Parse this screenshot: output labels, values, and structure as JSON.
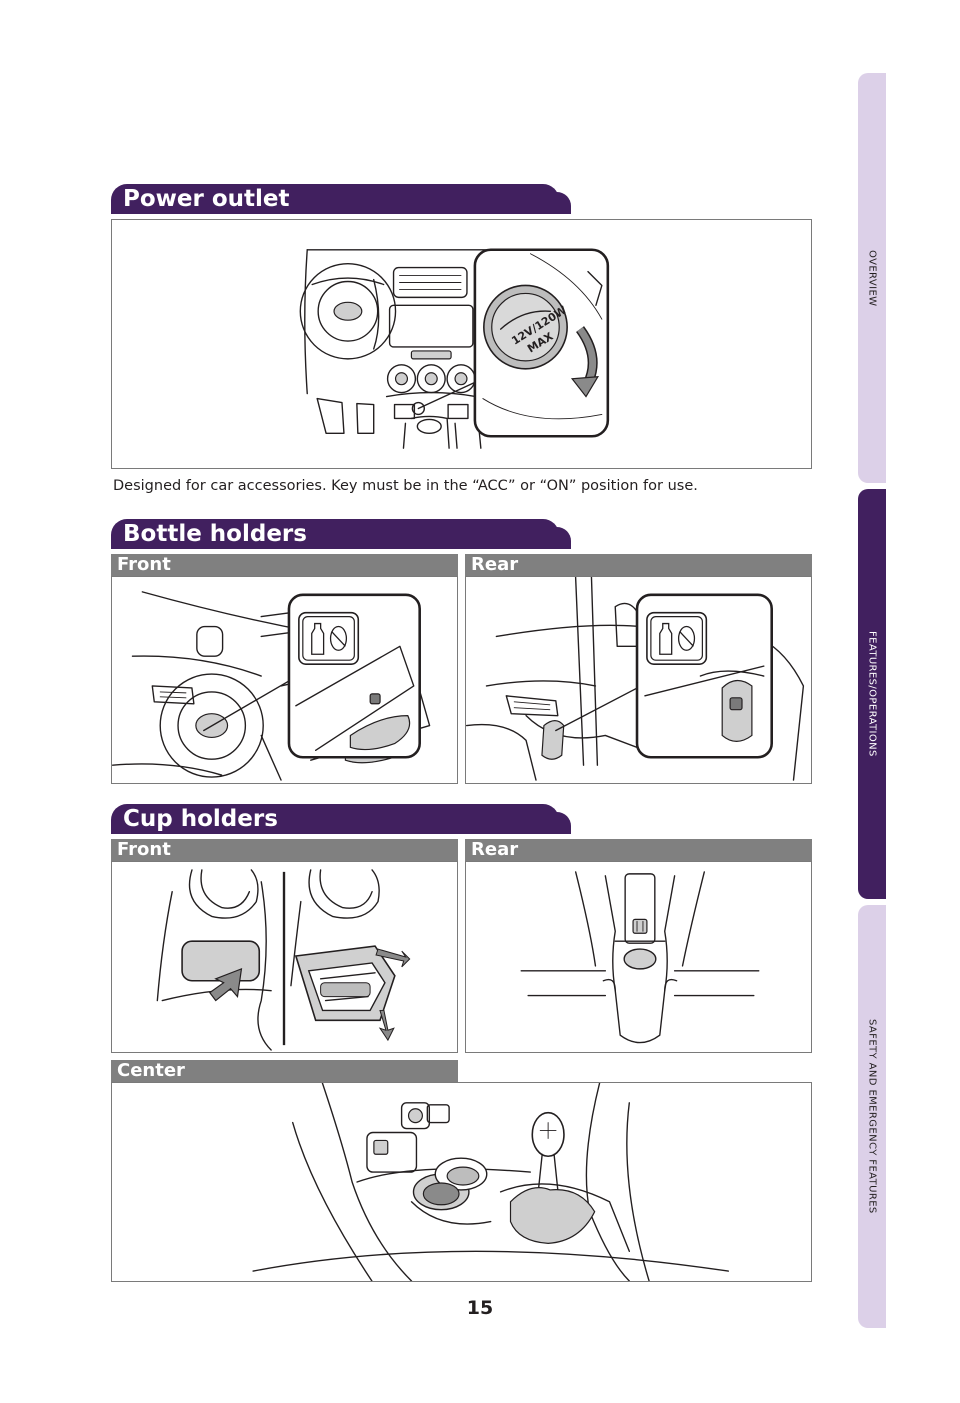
{
  "sections": {
    "power_outlet": {
      "title": "Power outlet",
      "caption": "Designed for car accessories. Key must be in the “ACC” or “ON” position for use.",
      "cap_label_1": "12V/120W",
      "cap_label_2": "MAX"
    },
    "bottle_holders": {
      "title": "Bottle holders",
      "front_label": "Front",
      "rear_label": "Rear"
    },
    "cup_holders": {
      "title": "Cup holders",
      "front_label": "Front",
      "rear_label": "Rear",
      "center_label": "Center"
    }
  },
  "side_tabs": [
    {
      "label": "OVERVIEW",
      "active": false
    },
    {
      "label": "FEATURES/OPERATIONS",
      "active": true
    },
    {
      "label": "SAFETY AND EMERGENCY FEATURES",
      "active": false
    }
  ],
  "page_number": "15",
  "colors": {
    "section_header": "#41205f",
    "sub_header": "#808080",
    "tab_inactive": "#dcd0e8",
    "tab_active": "#41205f"
  }
}
